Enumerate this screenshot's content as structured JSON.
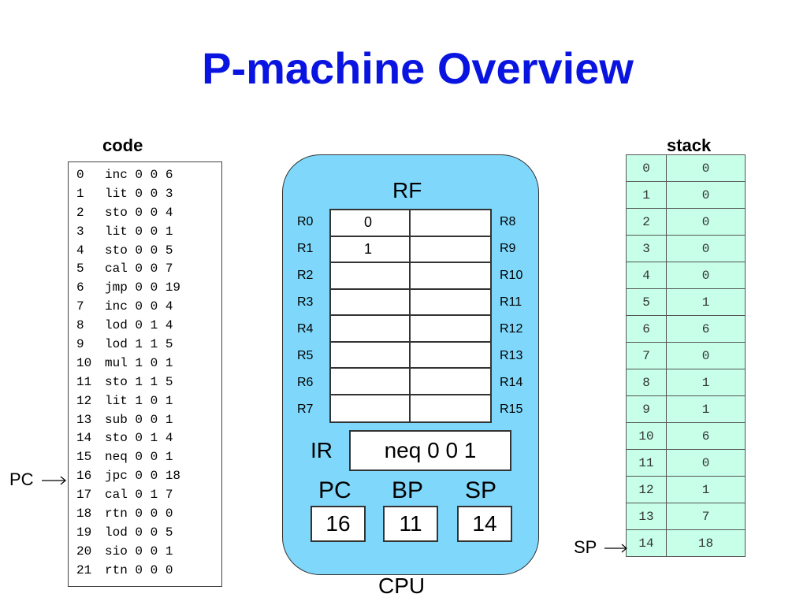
{
  "title": "P-machine Overview",
  "code": {
    "label": "code",
    "lines": [
      {
        "n": "0",
        "instr": "inc 0 0 6"
      },
      {
        "n": "1",
        "instr": "lit 0 0 3"
      },
      {
        "n": "2",
        "instr": "sto 0 0 4"
      },
      {
        "n": "3",
        "instr": "lit 0 0 1"
      },
      {
        "n": "4",
        "instr": "sto 0 0 5"
      },
      {
        "n": "5",
        "instr": "cal 0 0 7"
      },
      {
        "n": "6",
        "instr": "jmp 0 0 19"
      },
      {
        "n": "7",
        "instr": "inc 0 0 4"
      },
      {
        "n": "8",
        "instr": "lod 0 1 4"
      },
      {
        "n": "9",
        "instr": "lod 1 1 5"
      },
      {
        "n": "10",
        "instr": "mul 1 0 1"
      },
      {
        "n": "11",
        "instr": "sto 1 1 5"
      },
      {
        "n": "12",
        "instr": "lit 1 0 1"
      },
      {
        "n": "13",
        "instr": "sub 0 0 1"
      },
      {
        "n": "14",
        "instr": "sto 0 1 4"
      },
      {
        "n": "15",
        "instr": "neq 0 0 1"
      },
      {
        "n": "16",
        "instr": "jpc 0 0 18"
      },
      {
        "n": "17",
        "instr": "cal 0 1 7"
      },
      {
        "n": "18",
        "instr": "rtn 0 0 0"
      },
      {
        "n": "19",
        "instr": "lod 0 0 5"
      },
      {
        "n": "20",
        "instr": "sio 0 0 1"
      },
      {
        "n": "21",
        "instr": "rtn 0 0 0"
      }
    ]
  },
  "pc_pointer": {
    "label": "PC",
    "points_to_line": "16"
  },
  "cpu": {
    "label": "CPU",
    "rf": {
      "title": "RF",
      "left_labels": [
        "R0",
        "R1",
        "R2",
        "R3",
        "R4",
        "R5",
        "R6",
        "R7"
      ],
      "right_labels": [
        "R8",
        "R9",
        "R10",
        "R11",
        "R12",
        "R13",
        "R14",
        "R15"
      ],
      "left_values": [
        "0",
        "1",
        "",
        "",
        "",
        "",
        "",
        ""
      ],
      "right_values": [
        "",
        "",
        "",
        "",
        "",
        "",
        "",
        ""
      ]
    },
    "ir": {
      "label": "IR",
      "value": "neq 0 0 1"
    },
    "pc": {
      "label": "PC",
      "value": "16"
    },
    "bp": {
      "label": "BP",
      "value": "11"
    },
    "sp": {
      "label": "SP",
      "value": "14"
    }
  },
  "stack": {
    "label": "stack",
    "rows": [
      {
        "addr": "0",
        "value": "0"
      },
      {
        "addr": "1",
        "value": "0"
      },
      {
        "addr": "2",
        "value": "0"
      },
      {
        "addr": "3",
        "value": "0"
      },
      {
        "addr": "4",
        "value": "0"
      },
      {
        "addr": "5",
        "value": "1"
      },
      {
        "addr": "6",
        "value": "6"
      },
      {
        "addr": "7",
        "value": "0"
      },
      {
        "addr": "8",
        "value": "1"
      },
      {
        "addr": "9",
        "value": "1"
      },
      {
        "addr": "10",
        "value": "6"
      },
      {
        "addr": "11",
        "value": "0"
      },
      {
        "addr": "12",
        "value": "1"
      },
      {
        "addr": "13",
        "value": "7"
      },
      {
        "addr": "14",
        "value": "18"
      }
    ]
  },
  "sp_pointer": {
    "label": "SP",
    "points_to_addr": "14"
  },
  "colors": {
    "title": "#0a14e0",
    "cpu_fill": "#7fd8fb",
    "stack_fill": "#c7ffe9"
  }
}
